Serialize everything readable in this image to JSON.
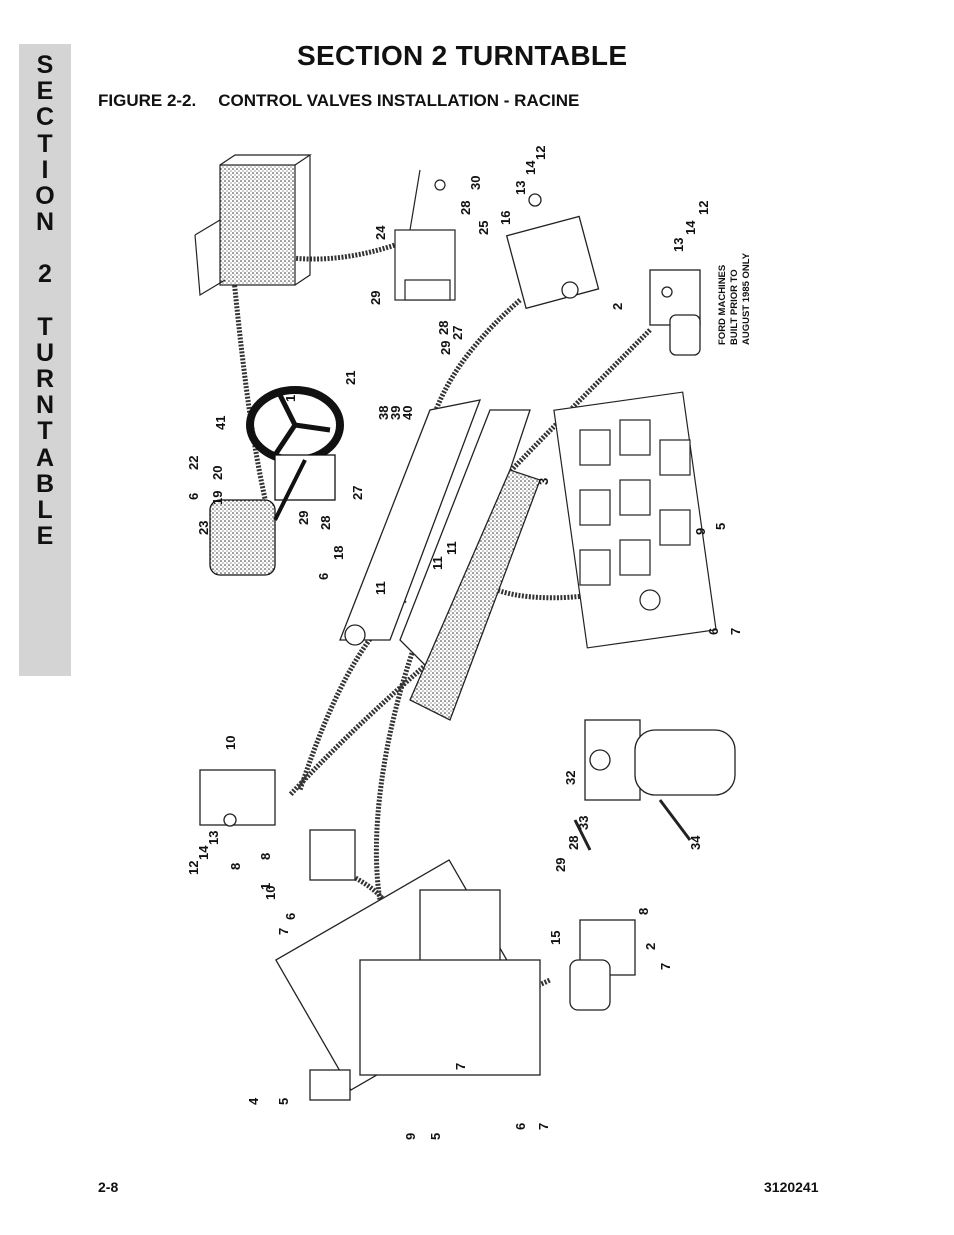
{
  "side_tab": {
    "letters": [
      "S",
      "E",
      "C",
      "T",
      "I",
      "O",
      "N",
      "",
      "2",
      "",
      "T",
      "U",
      "R",
      "N",
      "T",
      "A",
      "B",
      "L",
      "E"
    ]
  },
  "header": {
    "section_title": "SECTION 2  TURNTABLE",
    "figure_label": "FIGURE 2-2.",
    "figure_title": "CONTROL VALVES INSTALLATION - RACINE"
  },
  "diagram": {
    "note_lines": [
      "FORD MACHINES",
      "BUILT PRIOR TO",
      "AUGUST 1985 ONLY"
    ],
    "callouts": [
      "1",
      "2",
      "2",
      "3",
      "4",
      "5",
      "5",
      "5",
      "6",
      "6",
      "6",
      "6",
      "6",
      "7",
      "7",
      "7",
      "7",
      "7",
      "8",
      "8",
      "8",
      "9",
      "9",
      "10",
      "10",
      "11",
      "11",
      "11",
      "12",
      "12",
      "12",
      "13",
      "13",
      "13",
      "14",
      "14",
      "14",
      "15",
      "16",
      "17",
      "18",
      "19",
      "20",
      "21",
      "22",
      "23",
      "24",
      "25",
      "27",
      "27",
      "28",
      "28",
      "28",
      "28",
      "29",
      "29",
      "29",
      "29",
      "30",
      "32",
      "33",
      "34",
      "38",
      "39",
      "40",
      "41"
    ]
  },
  "footer": {
    "page_number": "2-8",
    "doc_number": "3120241"
  }
}
